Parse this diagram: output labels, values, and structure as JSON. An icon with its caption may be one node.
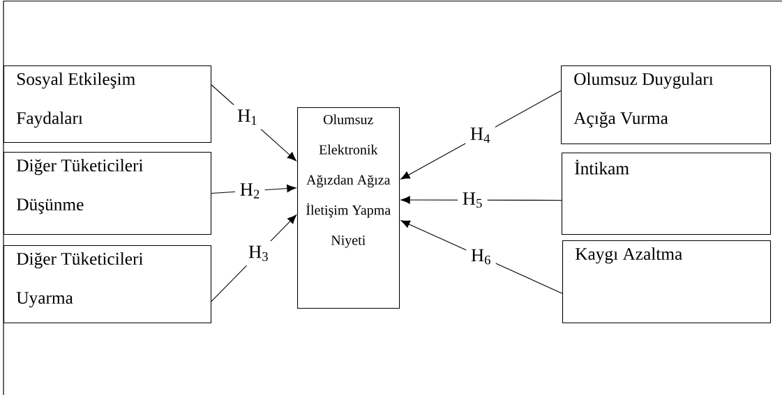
{
  "diagram": {
    "nodes": [
      {
        "text": [
          "Sosyal Etkileşim Faydaları"
        ]
      },
      {
        "text": [
          "Diğer Tüketicileri Düşünme"
        ]
      },
      {
        "text": [
          "Diğer Tüketicileri Uyarma"
        ]
      },
      {
        "text": [
          "Olumsuz Elektronik Ağızdan Ağıza İletişim Yapma Niyeti"
        ]
      },
      {
        "text": [
          "Olumsuz Duyguları Açığa Vurma"
        ]
      },
      {
        "text": [
          "İntikam"
        ]
      },
      {
        "text": [
          "Kaygı Azaltma"
        ]
      }
    ],
    "edges": [
      {
        "from": 0,
        "to": 3,
        "arrow": "to",
        "label": "H$_{1}$"
      },
      {
        "from": 1,
        "to": 3,
        "arrow": "to",
        "label": "H$_{2}$"
      },
      {
        "from": 2,
        "to": 3,
        "arrow": "to",
        "label": "H$_{3}$"
      },
      {
        "from": 4,
        "to": 3,
        "arrow": "to",
        "label": "H$_{4}$"
      },
      {
        "from": 5,
        "to": 3,
        "arrow": "to",
        "label": "H$_{5}$"
      },
      {
        "from": 6,
        "to": 3,
        "arrow": "to",
        "label": "H$_{6}$"
      }
    ]
  }
}
